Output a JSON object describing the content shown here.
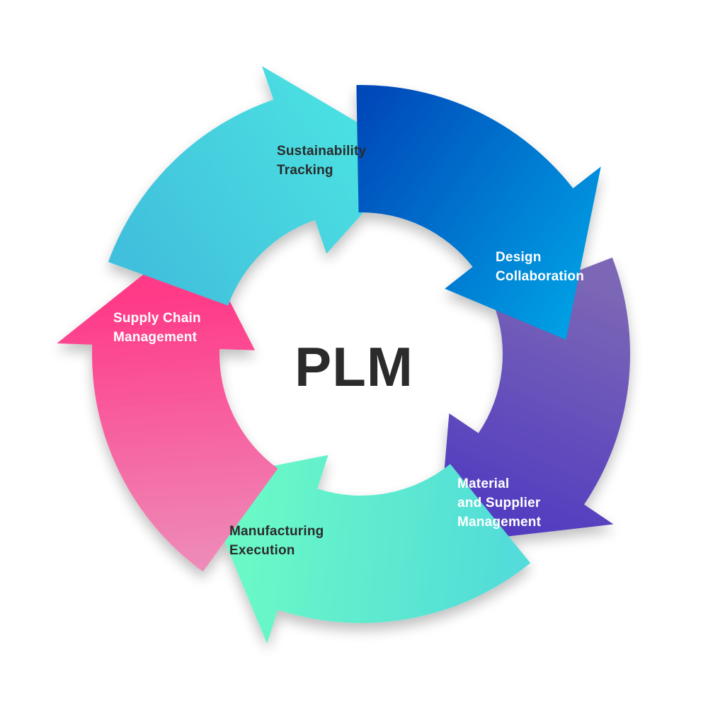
{
  "diagram": {
    "center_title": "PLM",
    "segments": [
      {
        "id": "design-collaboration",
        "lines": [
          "Design",
          "Collaboration"
        ],
        "color_start": "#0047b8",
        "color_end": "#00a8e8",
        "text_color": "#ffffff"
      },
      {
        "id": "material-supplier-management",
        "lines": [
          "Material",
          "and Supplier",
          "Management"
        ],
        "color_start": "#7b66b6",
        "color_end": "#4a33c2",
        "text_color": "#ffffff"
      },
      {
        "id": "manufacturing-execution",
        "lines": [
          "Manufacturing",
          "Execution"
        ],
        "color_start": "#6dfcc4",
        "color_end": "#52dcd9",
        "text_color": "#2b2b2b"
      },
      {
        "id": "supply-chain-management",
        "lines": [
          "Supply Chain",
          "Management"
        ],
        "color_start": "#ee8bb8",
        "color_end": "#ff3a88",
        "text_color": "#ffffff"
      },
      {
        "id": "sustainability-tracking",
        "lines": [
          "Sustainability",
          "Tracking"
        ],
        "color_start": "#41c0dc",
        "color_end": "#4be2e2",
        "text_color": "#2b2b2b"
      }
    ]
  }
}
